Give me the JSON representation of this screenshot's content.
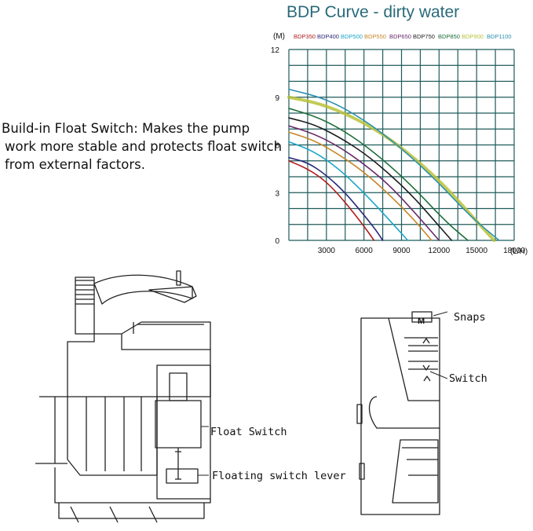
{
  "description": {
    "line1": "Build-in Float Switch: Makes the pump",
    "line2": "work more stable and protects float switch",
    "line3": "from external factors."
  },
  "chart_data": {
    "type": "line",
    "title": "BDP Curve - dirty water",
    "xlabel": "(L/H)",
    "ylabel": "(M)",
    "xlim": [
      0,
      18000
    ],
    "ylim": [
      0,
      12
    ],
    "x_ticks": [
      "3000",
      "6000",
      "9000",
      "12000",
      "15000",
      "18000"
    ],
    "y_ticks": [
      "0",
      "3",
      "6",
      "9",
      "12"
    ],
    "grid": true,
    "legend_position": "top",
    "series": [
      {
        "name": "BDP350",
        "color": "#b01c1c",
        "x": [
          0,
          1500,
          3000,
          4500,
          6000,
          6800
        ],
        "y": [
          5.0,
          4.5,
          3.7,
          2.4,
          0.9,
          0.0
        ]
      },
      {
        "name": "BDP400",
        "color": "#2a2a7a",
        "x": [
          0,
          1500,
          3000,
          4500,
          6000,
          7000,
          7500
        ],
        "y": [
          5.2,
          4.9,
          4.1,
          3.0,
          1.6,
          0.6,
          0.0
        ]
      },
      {
        "name": "BDP500",
        "color": "#1aa6c8",
        "x": [
          0,
          2000,
          4000,
          6000,
          8000,
          9500
        ],
        "y": [
          6.2,
          5.6,
          4.5,
          3.0,
          1.3,
          0.0
        ]
      },
      {
        "name": "BDP550",
        "color": "#c9862a",
        "x": [
          0,
          2000,
          4000,
          6000,
          8000,
          10000,
          11400
        ],
        "y": [
          6.8,
          6.3,
          5.4,
          4.3,
          2.9,
          1.3,
          0.0
        ]
      },
      {
        "name": "BDP650",
        "color": "#6a2a6a",
        "x": [
          0,
          2000,
          4000,
          6000,
          8000,
          10000,
          12000
        ],
        "y": [
          7.2,
          6.7,
          5.9,
          4.8,
          3.5,
          1.8,
          0.0
        ]
      },
      {
        "name": "BDP750",
        "color": "#1e1e1e",
        "x": [
          0,
          2000,
          4000,
          6000,
          8000,
          10000,
          12000,
          13000
        ],
        "y": [
          7.7,
          7.3,
          6.5,
          5.5,
          4.2,
          2.7,
          0.9,
          0.0
        ]
      },
      {
        "name": "BDP850",
        "color": "#1f6e3a",
        "x": [
          0,
          2500,
          5000,
          7500,
          10000,
          12500,
          14300
        ],
        "y": [
          8.3,
          7.7,
          6.6,
          5.1,
          3.3,
          1.2,
          0.0
        ]
      },
      {
        "name": "BDP900",
        "color": "#b8c23a",
        "x": [
          0,
          2500,
          5000,
          7500,
          10000,
          12500,
          15000,
          16400
        ],
        "y": [
          9.0,
          8.6,
          7.8,
          6.7,
          5.2,
          3.4,
          1.2,
          0.0
        ]
      },
      {
        "name": "BDP1100",
        "color": "#2c8fb0",
        "x": [
          0,
          3000,
          6000,
          9000,
          12000,
          14500,
          16800
        ],
        "y": [
          9.5,
          8.9,
          7.6,
          5.8,
          3.6,
          1.5,
          0.0
        ]
      }
    ]
  },
  "callouts": {
    "float_switch": "Float Switch",
    "floating_switch_lever": "Floating switch lever",
    "snaps": "Snaps",
    "switch": "Switch",
    "switch_mark_letter": "M"
  }
}
